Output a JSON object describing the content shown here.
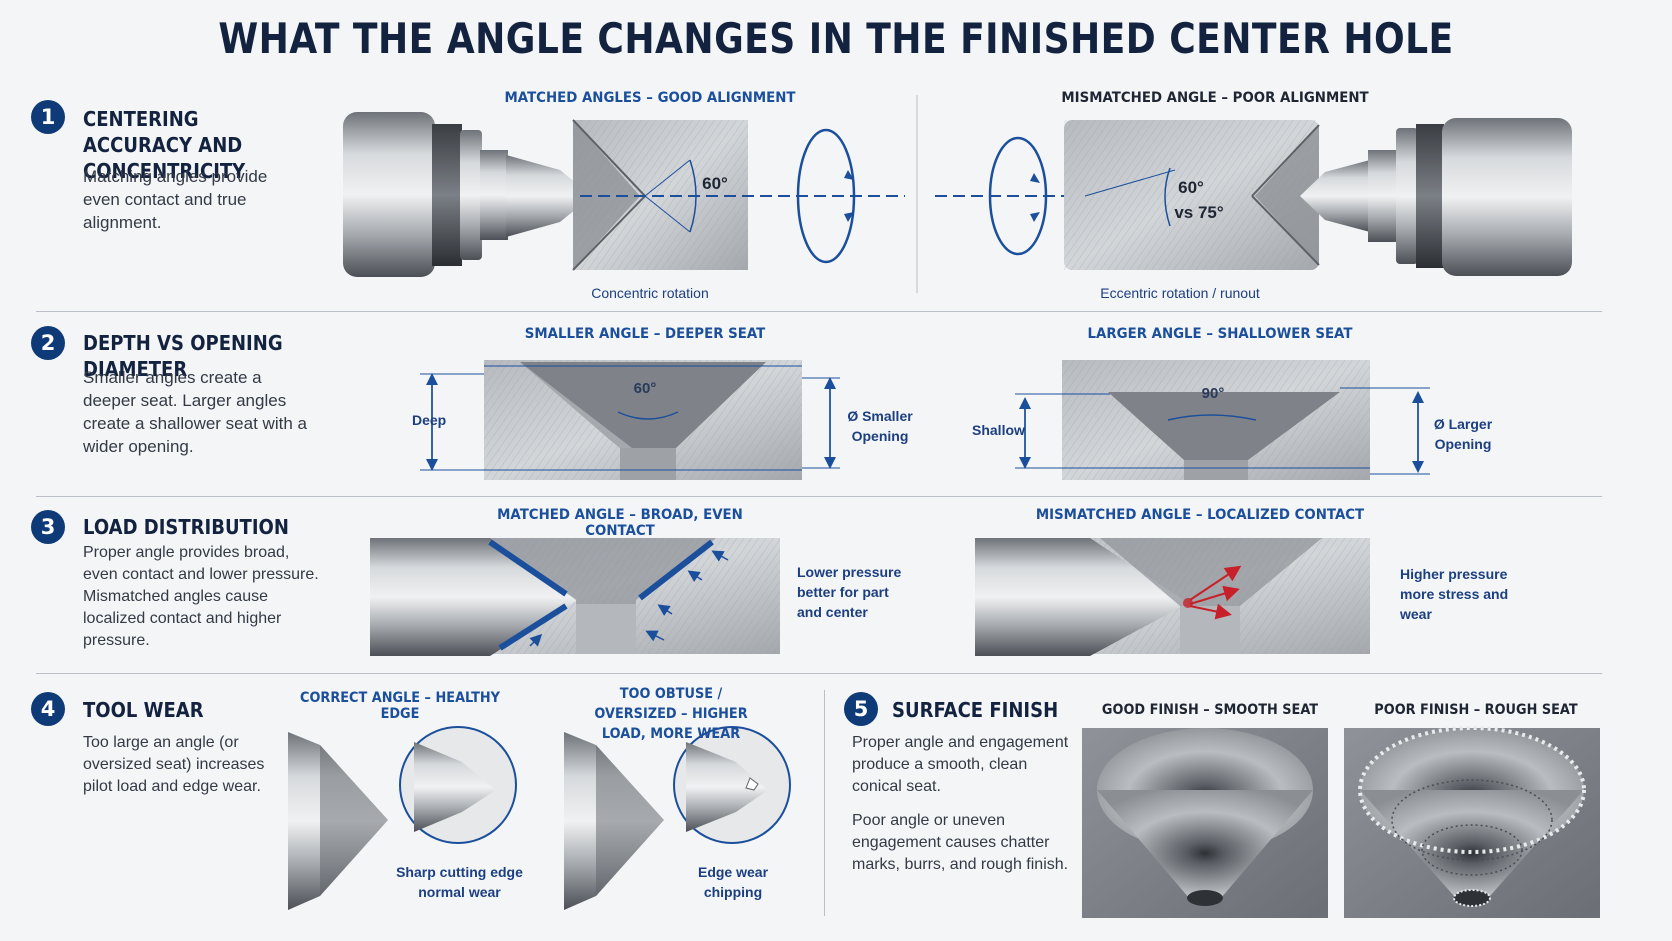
{
  "title": "WHAT THE ANGLE CHANGES IN THE FINISHED CENTER HOLE",
  "sections": [
    {
      "number": "1",
      "title": "CENTERING ACCURACY AND CONCENTRICITY",
      "description": "Matching angles provide even contact and true alignment.",
      "left_caption": "MATCHED ANGLES – GOOD ALIGNMENT",
      "left_angle": "60°",
      "left_note": "Concentric rotation",
      "right_caption": "MISMATCHED ANGLE – POOR ALIGNMENT",
      "right_angle_1": "60°",
      "right_angle_2": "vs 75°",
      "right_note": "Eccentric rotation / runout"
    },
    {
      "number": "2",
      "title": "DEPTH VS OPENING DIAMETER",
      "description": "Smaller angles create a deeper seat. Larger angles create a shallower seat with a wider opening.",
      "left_caption": "SMALLER ANGLE – DEEPER SEAT",
      "left_angle": "60°",
      "left_depth": "Deep",
      "left_opening": "Ø Smaller Opening",
      "right_caption": "LARGER ANGLE – SHALLOWER SEAT",
      "right_angle": "90°",
      "right_depth": "Shallow",
      "right_opening": "Ø Larger Opening"
    },
    {
      "number": "3",
      "title": "LOAD DISTRIBUTION",
      "description": "Proper angle provides broad, even contact and lower pressure. Mismatched angles cause localized contact and higher pressure.",
      "left_caption": "MATCHED ANGLE – BROAD, EVEN CONTACT",
      "left_note": "Lower pressure better for part and center",
      "right_caption": "MISMATCHED ANGLE – LOCALIZED CONTACT",
      "right_note": "Higher pressure more stress and wear"
    },
    {
      "number": "4",
      "title": "TOOL WEAR",
      "description": "Too large an angle (or oversized seat) increases pilot load and edge wear.",
      "left_caption": "CORRECT ANGLE – HEALTHY EDGE",
      "left_note": "Sharp cutting edge normal wear",
      "right_caption": "TOO OBTUSE / OVERSIZED – HIGHER LOAD, MORE WEAR",
      "right_note": "Edge wear chipping"
    },
    {
      "number": "5",
      "title": "SURFACE FINISH",
      "description_1": "Proper angle and engagement produce a smooth, clean conical seat.",
      "description_2": "Poor angle or uneven engagement causes chatter marks, burrs, and rough finish.",
      "left_caption": "GOOD FINISH – SMOOTH SEAT",
      "right_caption": "POOR FINISH – ROUGH SEAT"
    }
  ],
  "colors": {
    "accent": "#1b4f9c",
    "number_badge": "#0f3a78",
    "warning_red": "#c8202a",
    "metal_light": "#c9ccd0",
    "metal_dark": "#5d6268"
  }
}
